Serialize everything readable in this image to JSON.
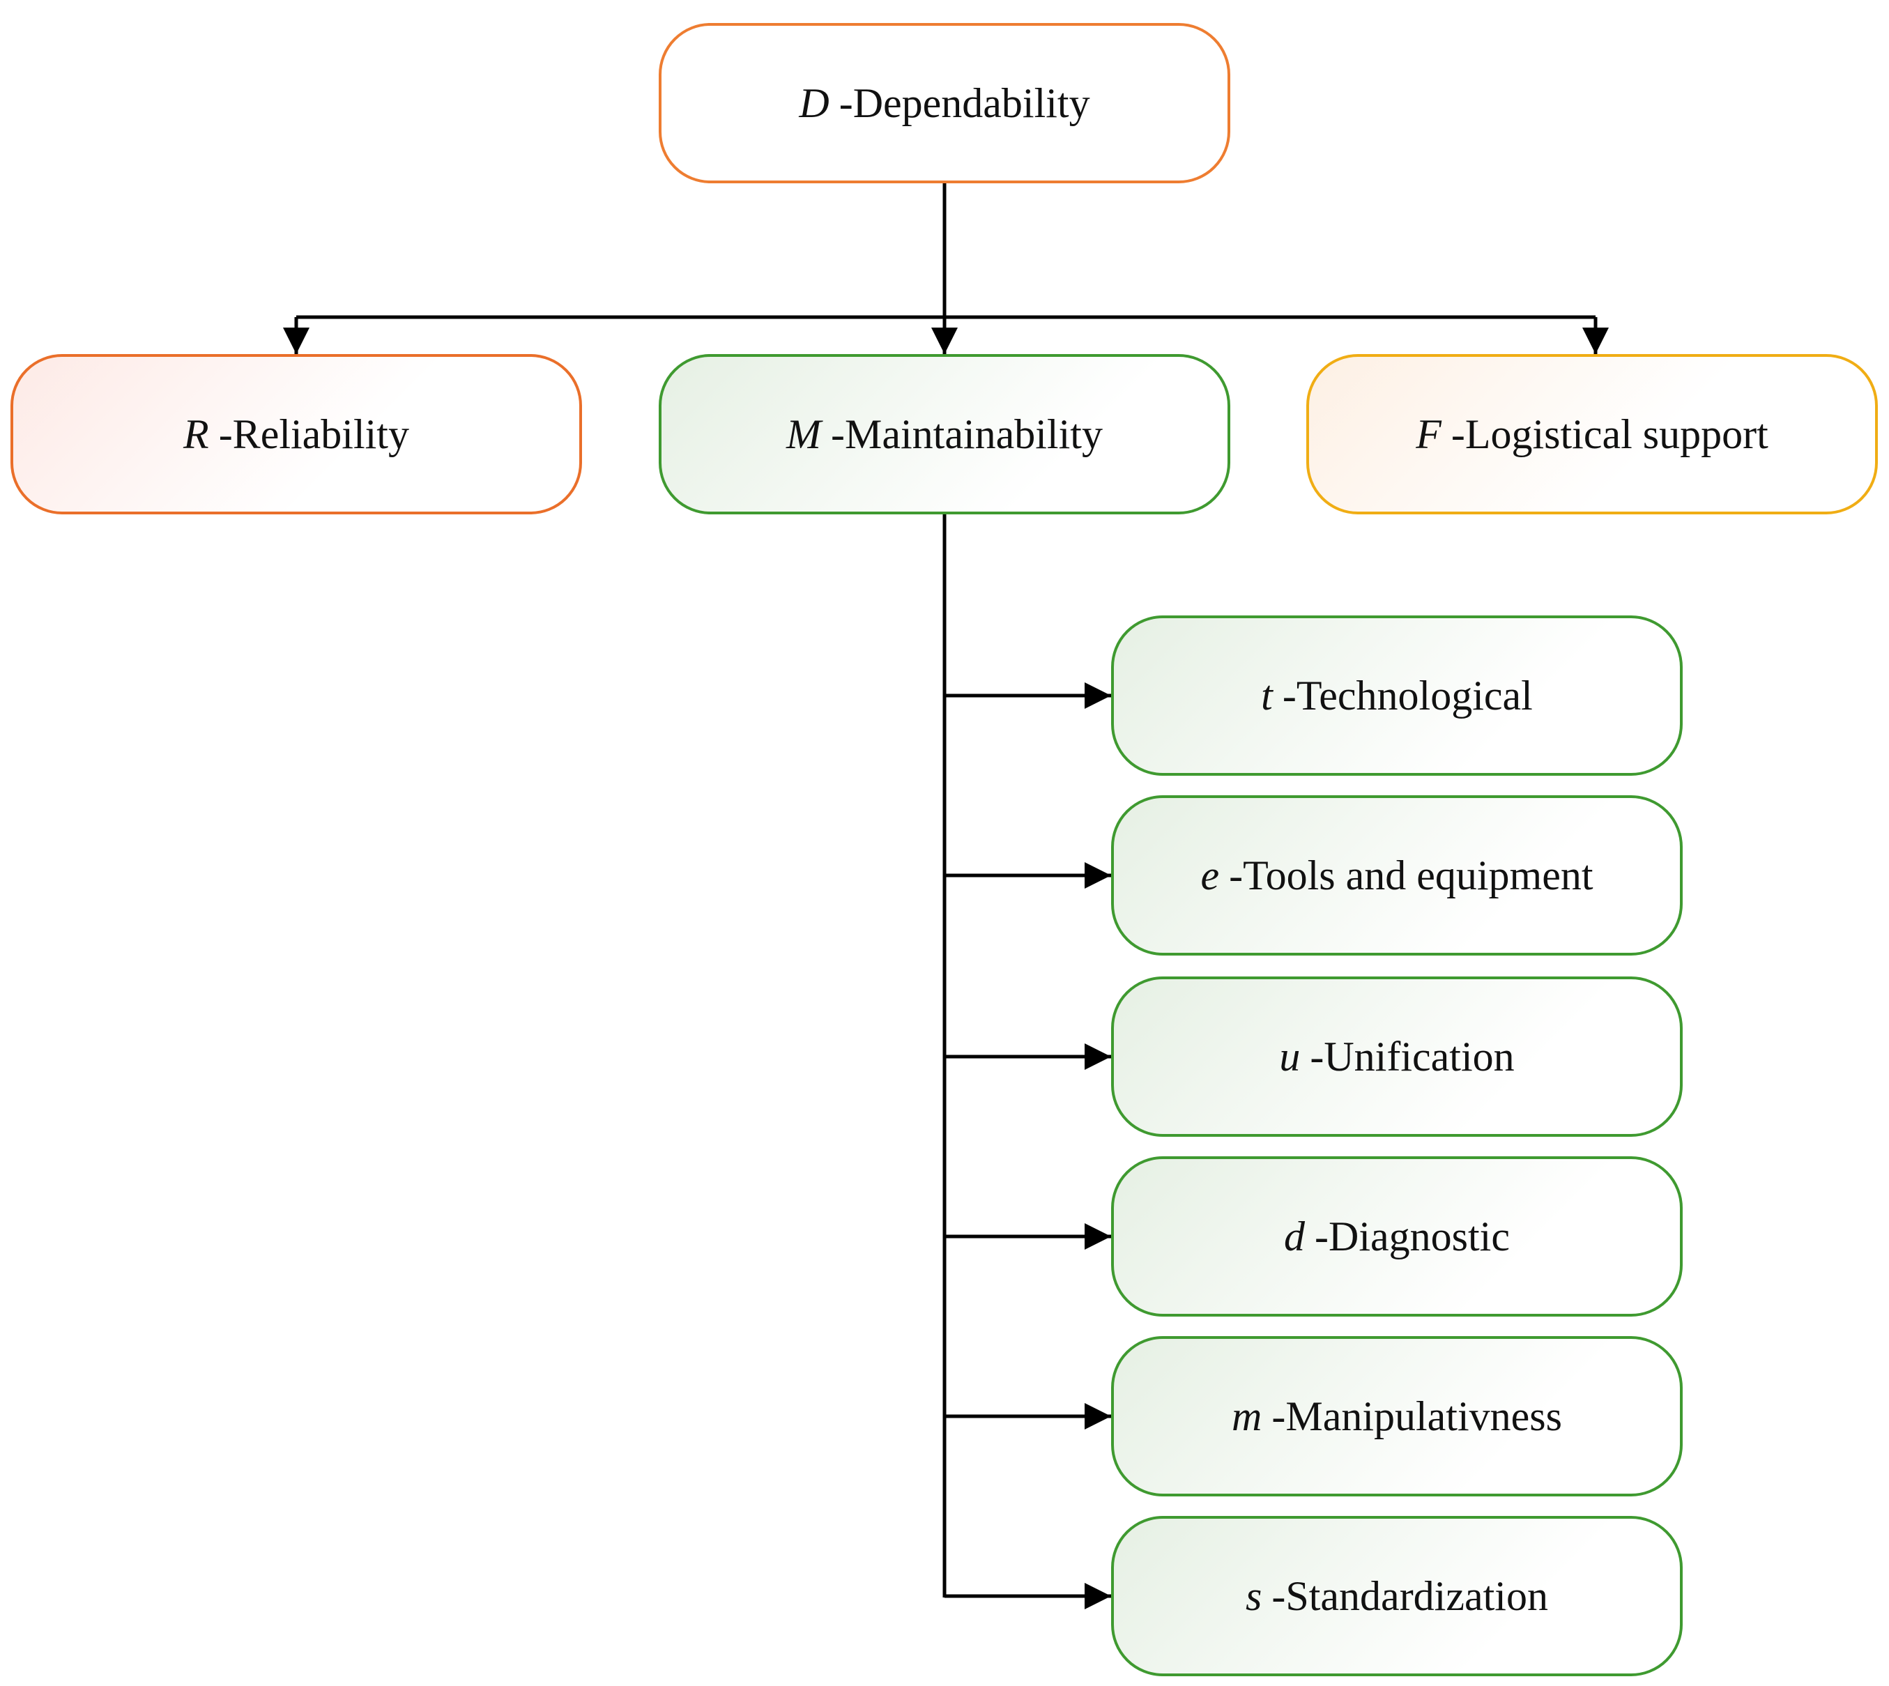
{
  "root": {
    "symbol": "D",
    "label": "-Dependability"
  },
  "level1": [
    {
      "id": "reliability",
      "symbol": "R",
      "label": "-Reliability"
    },
    {
      "id": "maintainability",
      "symbol": "M",
      "label": "-Maintainability"
    },
    {
      "id": "logistical",
      "symbol": "F",
      "label": "-Logistical support"
    }
  ],
  "maintainability_children": [
    {
      "id": "technological",
      "symbol": "t",
      "label": "-Technological"
    },
    {
      "id": "tools",
      "symbol": "e",
      "label": "-Tools and equipment"
    },
    {
      "id": "unification",
      "symbol": "u",
      "label": "-Unification"
    },
    {
      "id": "diagnostic",
      "symbol": "d",
      "label": "-Diagnostic"
    },
    {
      "id": "manipulativness",
      "symbol": "m",
      "label": "-Manipulativness"
    },
    {
      "id": "standardization",
      "symbol": "s",
      "label": "-Standardization"
    }
  ],
  "colors": {
    "root_border": "#ee7d31",
    "reliability_border": "#ea6f2a",
    "maintainability_border": "#3f9a30",
    "logistical_border": "#f0ad14",
    "connector": "#000000"
  }
}
